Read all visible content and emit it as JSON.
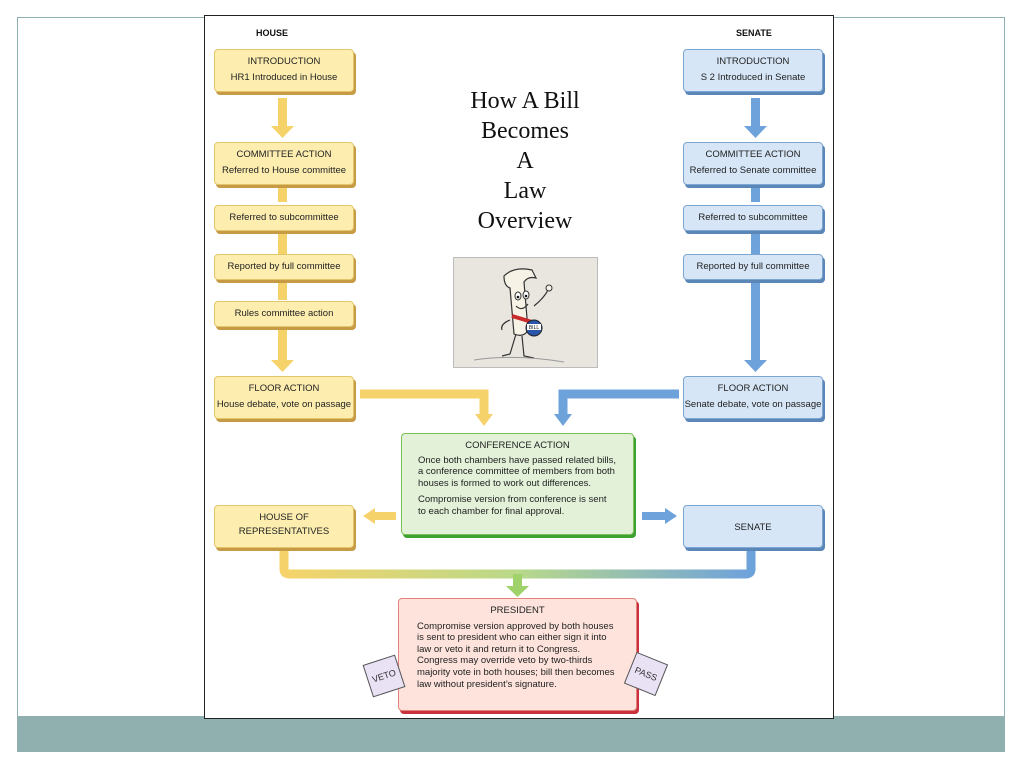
{
  "columns": {
    "house": "HOUSE",
    "senate": "SENATE"
  },
  "title_lines": [
    "How A Bill",
    "Becomes",
    "A",
    "Law",
    "Overview"
  ],
  "house": {
    "intro": {
      "title": "INTRODUCTION",
      "text": "HR1 Introduced in House"
    },
    "committee": {
      "title": "COMMITTEE ACTION",
      "text": "Referred to House committee"
    },
    "subcommittee": "Referred to subcommittee",
    "full_committee": "Reported by full committee",
    "rules": "Rules committee action",
    "floor": {
      "title": "FLOOR  ACTION",
      "text": "House debate, vote on passage"
    },
    "final": [
      "HOUSE OF",
      "REPRESENTATIVES"
    ]
  },
  "senate": {
    "intro": {
      "title": "INTRODUCTION",
      "text": "S 2 Introduced in Senate"
    },
    "committee": {
      "title": "COMMITTEE ACTION",
      "text": "Referred to Senate committee"
    },
    "subcommittee": "Referred to subcommittee",
    "full_committee": "Reported by full committee",
    "floor": {
      "title": "FLOOR  ACTION",
      "text": "Senate debate, vote on passage"
    },
    "final": "SENATE"
  },
  "conference": {
    "title": "CONFERENCE ACTION",
    "p1": "Once both chambers have passed related bills, a conference committee of members from both houses is formed to work out differences.",
    "p2": "Compromise version from conference is sent to each chamber for final approval."
  },
  "president": {
    "title": "PRESIDENT",
    "text": "Compromise version approved by both houses is sent to president who can either sign it into law or veto it and return it to Congress. Congress may override veto by two-thirds majority vote in both houses; bill then becomes law without president’s signature."
  },
  "stamps": {
    "veto": "VETO",
    "pass": "PASS"
  },
  "cartoon_label": "BILL",
  "colors": {
    "house": "#f6d36a",
    "senate": "#6ea2db",
    "conference": "#3ea232",
    "president": "#c8323f",
    "footer": "#8fb0ae"
  }
}
